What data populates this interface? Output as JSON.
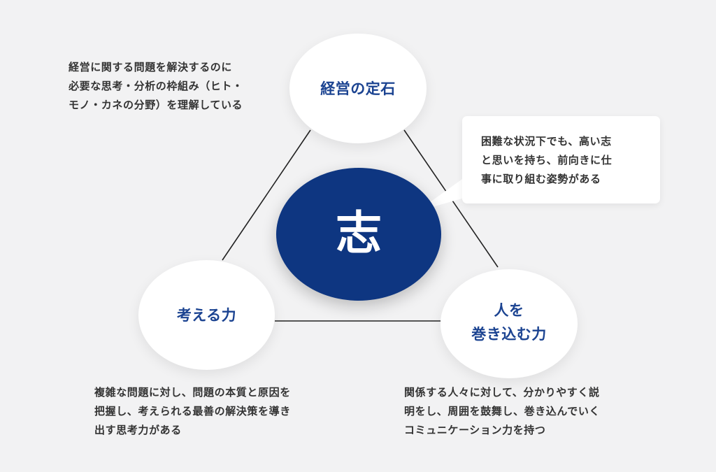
{
  "diagram": {
    "center": {
      "label": "志",
      "fill_color": "#0e3681",
      "text_color": "#ffffff"
    },
    "nodes": [
      {
        "id": "top",
        "label": "経営の定石",
        "description_lines": [
          "経営に関する問題を解決するのに",
          "必要な思考・分析の枠組み（ヒト・",
          "モノ・カネの分野）を理解している"
        ]
      },
      {
        "id": "bottom-left",
        "label": "考える力",
        "description_lines": [
          "複雑な問題に対し、問題の本質と原因を",
          "把握し、考えられる最善の解決策を導き",
          "出す思考力がある"
        ]
      },
      {
        "id": "bottom-right",
        "label": "人を\n巻き込む力",
        "description_lines": [
          "関係する人々に対して、分かりやすく説",
          "明をし、周囲を鼓舞し、巻き込んでいく",
          "コミュニケーション力を持つ"
        ]
      }
    ],
    "callout": {
      "lines": [
        "困難な状況下でも、高い志",
        "と思いを持ち、前向きに仕",
        "事に取り組む姿勢がある"
      ]
    },
    "colors": {
      "background": "#f2f2f3",
      "node_label": "#1b4391",
      "body_text": "#333333",
      "connector": "#222222"
    }
  }
}
